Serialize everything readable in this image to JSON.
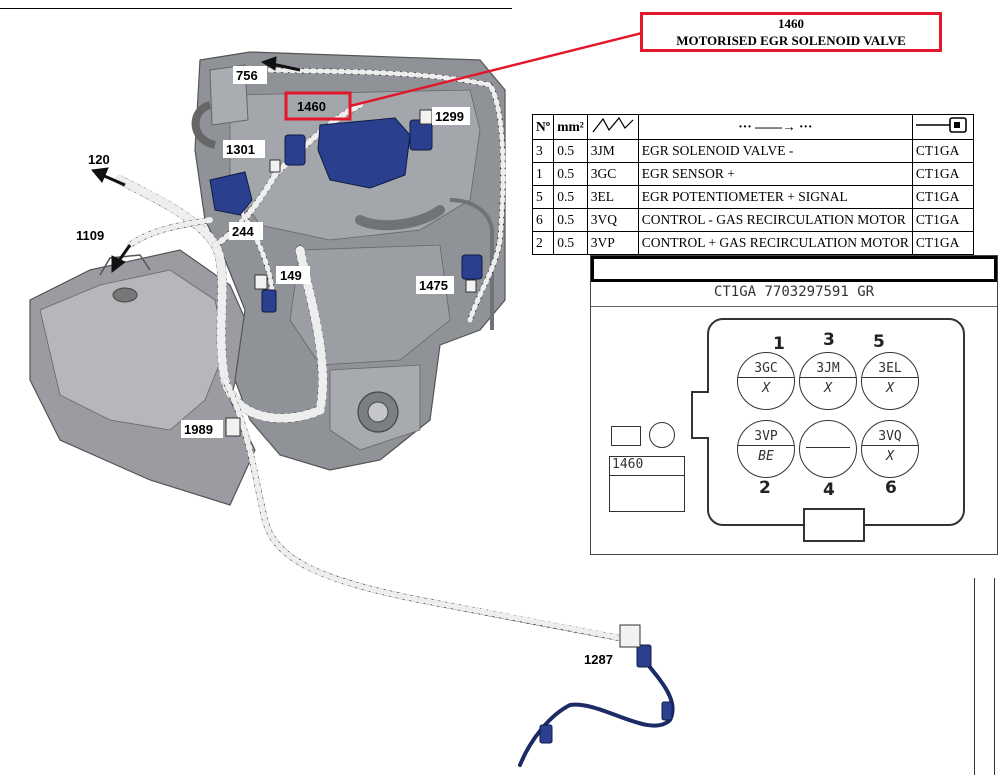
{
  "callouts": {
    "c756": "756",
    "c1460": "1460",
    "c1299": "1299",
    "c120": "120",
    "c1301": "1301",
    "c1109": "1109",
    "c244": "244",
    "c149": "149",
    "c1475": "1475",
    "c1989": "1989",
    "c1287": "1287"
  },
  "title_box": {
    "code": "1460",
    "name": "MOTORISED EGR SOLENOID VALVE"
  },
  "pin_table": {
    "headers": [
      "Nº",
      "mm²",
      "",
      "··· ——→ ···",
      ""
    ],
    "rows": [
      [
        "3",
        "0.5",
        "3JM",
        "EGR SOLENOID VALVE -",
        "CT1GA"
      ],
      [
        "1",
        "0.5",
        "3GC",
        "EGR SENSOR +",
        "CT1GA"
      ],
      [
        "5",
        "0.5",
        "3EL",
        "EGR POTENTIOMETER + SIGNAL",
        "CT1GA"
      ],
      [
        "6",
        "0.5",
        "3VQ",
        "CONTROL - GAS RECIRCULATION MOTOR",
        "CT1GA"
      ],
      [
        "2",
        "0.5",
        "3VP",
        "CONTROL + GAS RECIRCULATION MOTOR",
        "CT1GA"
      ]
    ]
  },
  "connector": {
    "reference": "CT1GA 7703297591 GR",
    "code": "1460",
    "pins": [
      {
        "num": "1",
        "code": "3GC",
        "color": "X"
      },
      {
        "num": "3",
        "code": "3JM",
        "color": "X"
      },
      {
        "num": "5",
        "code": "3EL",
        "color": "X"
      },
      {
        "num": "2",
        "code": "3VP",
        "color": "BE"
      },
      {
        "num": "4",
        "code": "",
        "color": ""
      },
      {
        "num": "6",
        "code": "3VQ",
        "color": "X"
      }
    ]
  },
  "colors": {
    "highlight": "#e3172b",
    "component": "#2b3f8f",
    "engine": "#8a8d93"
  }
}
